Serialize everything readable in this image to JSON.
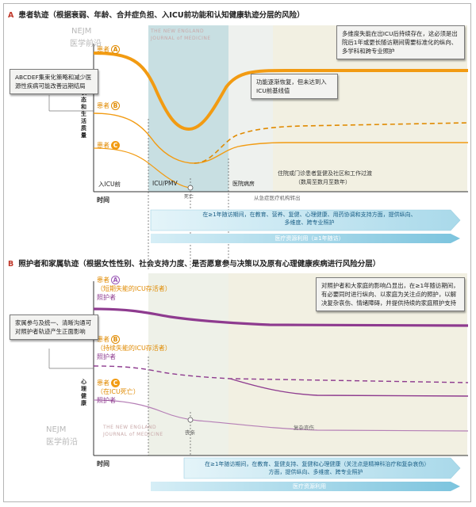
{
  "panel_a": {
    "letter": "A",
    "title": "患者轨迹（根据衰弱、年龄、合并症负担、入ICU前功能和认知健康轨迹分层的风险）",
    "patient_a": "患者",
    "patient_b": "患者",
    "patient_c": "患者",
    "y_axis": "功能状态和生活质量",
    "x_axis": "时间",
    "phase_pre_icu": "入ICU前",
    "phase_icu": "ICU/PMV",
    "phase_hospital": "医院病房",
    "phase_post": "住院或门诊患者复健及社区和工作过渡",
    "phase_post_sub": "（数周至数月至数年）",
    "death_label": "死亡",
    "discharge_label": "从急症医疗机构转出",
    "callout_left": "ABCDEF集束化策略和减少医源性疾病可能改善远期结局",
    "callout_mid": "功能逐渐恢复，但未达到入ICU前基线值",
    "callout_right": "多维度失能在出ICU后持续存在，这必须是出院后1年或更长随访期间需要标准化的纵向、多学科和跨专业照护",
    "banner_top": "在≥1年随访期间，在教育、营养、复健、心理健康、用药协调和支持方面，提供纵向、多维度、跨专业照护",
    "banner_bottom": "医疗资源利用（≥1年随访）"
  },
  "panel_b": {
    "letter": "B",
    "title": "照护者和家属轨迹（根据女性性别、社会支持力度、是否愿意参与决策以及原有心理健康疾病进行风险分层）",
    "patient_a_line1": "患者",
    "patient_a_line2": "（短期失能的ICU存活者）",
    "patient_a_line3": "照护者",
    "patient_b_line1": "患者",
    "patient_b_line2": "（持续失能的ICU存活者）",
    "patient_b_line3": "照护者",
    "patient_c_line1": "患者",
    "patient_c_line2": "（在ICU死亡）",
    "patient_c_line3": "照护者",
    "y_axis": "心理健康",
    "x_axis": "时间",
    "grief_label": "复杂哀伤",
    "bereavement_label": "丧亲",
    "callout_left": "家属参与及统一、清晰沟通可对照护者轨迹产生正面影响",
    "callout_right": "对照护者和大家庭的影响凸显出，在≥1年随访期间，有必要同时进行纵向、以家庭为关注点的照护，以解决复杂哀伤、情绪障碍，并提供持续的家庭照护支持",
    "banner_top": "在≥1年随访期间，在教育、复健支持、复健和心理健康（关注点是精神科治疗和复杂哀伤）方面，提供纵向、多维度、跨专业照护",
    "banner_bottom": "医疗资源利用"
  },
  "watermark": {
    "nejm_short": "NEJM",
    "nejm_cn": "医学前沿",
    "journal_line1": "THE NEW ENGLAND",
    "journal_line2": "JOURNAL of MEDICINE"
  },
  "colors": {
    "orange": "#f29b12",
    "purple": "#8e3b8f",
    "icu_band": "#c8dfe2",
    "post_band": "#f2f0e2",
    "arrow": "#bfe3ef",
    "arrow_text": "#1b5f86"
  }
}
